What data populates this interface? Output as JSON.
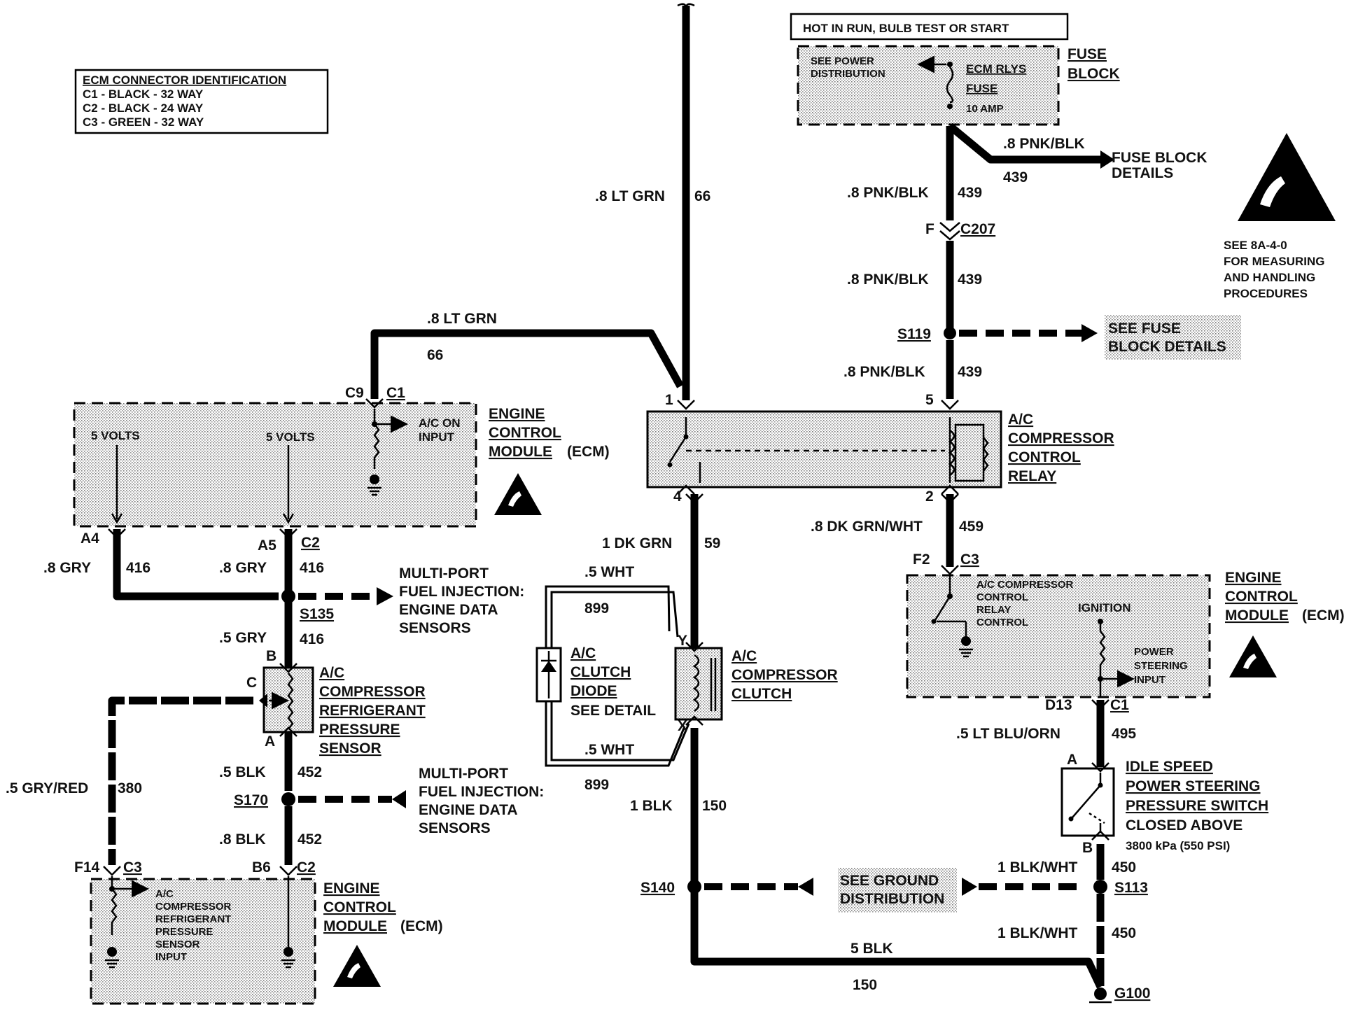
{
  "ecm_connector_id": {
    "title": "ECM CONNECTOR IDENTIFICATION",
    "rows": [
      "C1 - BLACK - 32 WAY",
      "C2 - BLACK - 24 WAY",
      "C3 - GREEN - 32 WAY"
    ]
  },
  "hot_label": "HOT IN RUN, BULB TEST OR START",
  "fuse_block": {
    "see_power_line1": "SEE POWER",
    "see_power_line2": "DISTRIBUTION",
    "fuse_line1": "ECM RLYS",
    "fuse_line2": "FUSE",
    "amp": "10 AMP",
    "label_line1": "FUSE",
    "label_line2": "BLOCK"
  },
  "fuse_block_details": {
    "wire": ".8 PNK/BLK",
    "circuit": "439",
    "line1": "FUSE BLOCK",
    "line2": "DETAILS"
  },
  "esd_note": [
    "SEE 8A-4-0",
    "FOR MEASURING",
    "AND HANDLING",
    "PROCEDURES"
  ],
  "wires": {
    "lt_grn_top": {
      "wire": ".8 LT GRN",
      "circuit": "66"
    },
    "lt_grn_mid": {
      "wire": ".8 LT GRN",
      "circuit": "66"
    },
    "pnk_blk_1": {
      "wire": ".8 PNK/BLK",
      "circuit": "439"
    },
    "pnk_blk_2": {
      "wire": ".8 PNK/BLK",
      "circuit": "439"
    },
    "pnk_blk_3": {
      "wire": ".8 PNK/BLK",
      "circuit": "439"
    },
    "gry_a4": {
      "wire": ".8 GRY",
      "circuit": "416"
    },
    "gry_a5": {
      "wire": ".8 GRY",
      "circuit": "416"
    },
    "gry_05": {
      "wire": ".5 GRY",
      "circuit": "416"
    },
    "dk_grn": {
      "wire": "1 DK GRN",
      "circuit": "59"
    },
    "dk_grn_wht": {
      "wire": ".8 DK GRN/WHT",
      "circuit": "459"
    },
    "wht_top": {
      "wire": ".5 WHT",
      "circuit": "899"
    },
    "wht_bot": {
      "wire": ".5 WHT",
      "circuit": "899"
    },
    "blk_05": {
      "wire": ".5 BLK",
      "circuit": "452"
    },
    "blk_08": {
      "wire": ".8 BLK",
      "circuit": "452"
    },
    "gry_red": {
      "wire": ".5 GRY/RED",
      "circuit": "380"
    },
    "blk_150": {
      "wire": "1 BLK",
      "circuit": "150"
    },
    "lt_blu_orn": {
      "wire": ".5 LT BLU/ORN",
      "circuit": "495"
    },
    "blk_wht_1": {
      "wire": "1 BLK/WHT",
      "circuit": "450"
    },
    "blk_wht_2": {
      "wire": "1 BLK/WHT",
      "circuit": "450"
    },
    "blk_5": {
      "wire": "5 BLK",
      "circuit": "150"
    }
  },
  "connectors": {
    "c207_pin": "F",
    "c207": "C207",
    "c9": "C9",
    "c1_top": "C1",
    "a4": "A4",
    "a5": "A5",
    "c2_a5": "C2",
    "f2": "F2",
    "c3_f2": "C3",
    "d13": "D13",
    "c1_d13": "C1",
    "f14": "F14",
    "c3_f14": "C3",
    "b6": "B6",
    "c2_b6": "C2",
    "relay_pin1": "1",
    "relay_pin5": "5",
    "relay_pin4": "4",
    "relay_pin2": "2",
    "sensor_b": "B",
    "sensor_c": "C",
    "sensor_a": "A",
    "clutch_y": "Y",
    "clutch_x": "X",
    "switch_a": "A",
    "switch_b": "B"
  },
  "splices": {
    "s119": "S119",
    "s135": "S135",
    "s170": "S170",
    "s140": "S140",
    "s113": "S113",
    "g100": "G100"
  },
  "see_fuse_block": {
    "line1": "SEE FUSE",
    "line2": "BLOCK DETAILS"
  },
  "see_ground": {
    "line1": "SEE GROUND",
    "line2": "DISTRIBUTION"
  },
  "mpfi_1": [
    "MULTI-PORT",
    "FUEL INJECTION:",
    "ENGINE DATA",
    "SENSORS"
  ],
  "mpfi_2": [
    "MULTI-PORT",
    "FUEL INJECTION:",
    "ENGINE DATA",
    "SENSORS"
  ],
  "ecm_top": {
    "volts_1": "5 VOLTS",
    "volts_2": "5 VOLTS",
    "ac_on_1": "A/C ON",
    "ac_on_2": "INPUT",
    "label": [
      "ENGINE",
      "CONTROL",
      "MODULE",
      "(ECM)"
    ]
  },
  "relay": {
    "label": [
      "A/C",
      "COMPRESSOR",
      "CONTROL",
      "RELAY"
    ]
  },
  "ecm_right": {
    "relay_ctrl": [
      "A/C COMPRESSOR",
      "CONTROL",
      "RELAY",
      "CONTROL"
    ],
    "ignition": "IGNITION",
    "power_steering": [
      "POWER",
      "STEERING",
      "INPUT"
    ],
    "label": [
      "ENGINE",
      "CONTROL",
      "MODULE",
      "(ECM)"
    ]
  },
  "sensor": {
    "label": [
      "A/C",
      "COMPRESSOR",
      "REFRIGERANT",
      "PRESSURE",
      "SENSOR"
    ]
  },
  "diode": {
    "label": [
      "A/C",
      "CLUTCH",
      "DIODE"
    ],
    "see_detail": "SEE DETAIL"
  },
  "clutch": {
    "label": [
      "A/C",
      "COMPRESSOR",
      "CLUTCH"
    ]
  },
  "switch": {
    "label": [
      "IDLE SPEED",
      "POWER STEERING",
      "PRESSURE SWITCH"
    ],
    "note1": "CLOSED ABOVE",
    "note2": "3800 kPa (550 PSI)"
  },
  "ecm_bottom": {
    "input": [
      "A/C",
      "COMPRESSOR",
      "REFRIGERANT",
      "PRESSURE",
      "SENSOR",
      "INPUT"
    ],
    "label": [
      "ENGINE",
      "CONTROL",
      "MODULE",
      "(ECM)"
    ]
  }
}
